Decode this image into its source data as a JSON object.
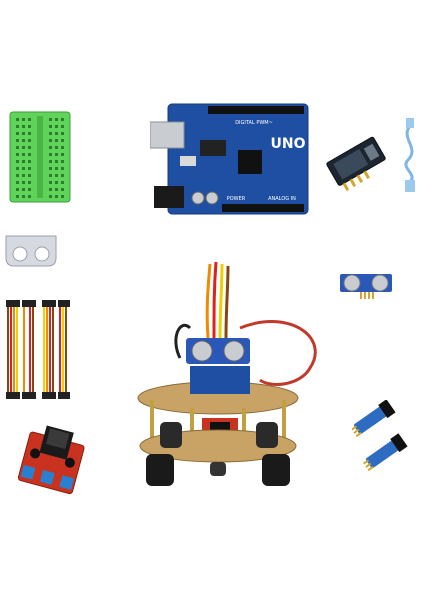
{
  "products": {
    "arduino": {
      "board_name": "UNO",
      "digital_label": "DIGITAL PWM~",
      "analog_label": "ANALOG IN",
      "power_label": "POWER",
      "pcb_color": "#1e4fa3"
    },
    "breadboard": {
      "color": "#5fd35a"
    },
    "bluetooth_module": {
      "color": "#1c2530"
    },
    "usb_cable": {
      "color": "#7fb6e6"
    },
    "ultrasonic_sensor": {
      "color": "#2a57b8"
    },
    "motor_driver": {
      "color": "#c8321e"
    },
    "line_sensors": {
      "color": "#2d6cc0"
    },
    "robot_car": {
      "chassis_color": "#c9a266"
    },
    "jumper_wires": {
      "colors": [
        "#8b4513",
        "#e02020",
        "#f08a00",
        "#f0d000",
        "#ffffff"
      ]
    }
  }
}
